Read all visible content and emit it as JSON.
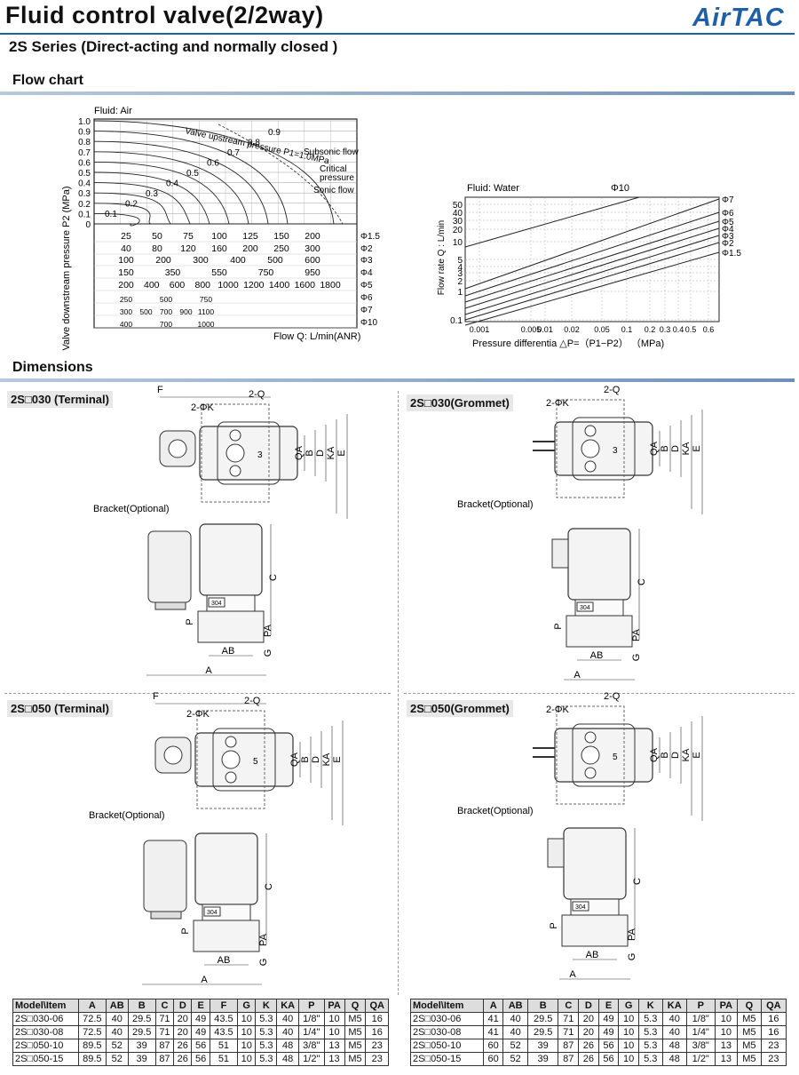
{
  "header": {
    "title": "Fluid control valve(2/2way)",
    "subtitle": "2S Series (Direct-acting and normally closed )",
    "logo": "AirTAC"
  },
  "sections": {
    "flow_chart": "Flow chart",
    "dimensions": "Dimensions"
  },
  "air_chart": {
    "fluid": "Fluid: Air",
    "ylabel": "Valve downstream pressure  P2   (MPa)",
    "xlabel": "Flow Q: L/min(ANR)",
    "yticks": [
      "1.0",
      "0.9",
      "0.8",
      "0.7",
      "0.6",
      "0.5",
      "0.4",
      "0.3",
      "0.2",
      "0.1",
      "0"
    ],
    "curve_labels": [
      "0.9",
      "0.8",
      "0.7",
      "0.6",
      "0.5",
      "0.4",
      "0.3",
      "0.2",
      "0.1"
    ],
    "upstream_label": "Valve upstream pressure P1=1.0MPa",
    "subsonic": "Subsonic flow",
    "critical_1": "Critical",
    "critical_2": "pressure",
    "sonic": "Sonic flow",
    "scales": [
      {
        "label": "Φ1.5",
        "values": [
          "25",
          "50",
          "75",
          "100",
          "125",
          "150",
          "200"
        ]
      },
      {
        "label": "Φ2",
        "values": [
          "40",
          "80",
          "120",
          "160",
          "200",
          "250",
          "300"
        ]
      },
      {
        "label": "Φ3",
        "values": [
          "100",
          "200",
          "300",
          "400",
          "500",
          "600"
        ]
      },
      {
        "label": "Φ4",
        "values": [
          "150",
          "350",
          "550",
          "750",
          "950"
        ]
      },
      {
        "label": "Φ5",
        "values": [
          "200",
          "400",
          "600",
          "800",
          "1000",
          "1200",
          "1400",
          "1600",
          "1800"
        ]
      },
      {
        "label": "Φ6",
        "values": [
          "250",
          "500",
          "750"
        ]
      },
      {
        "label": "Φ7",
        "values": [
          "300",
          "500",
          "700",
          "900",
          "1100"
        ]
      },
      {
        "label": "Φ10",
        "values": [
          "400",
          "700",
          "1000"
        ]
      }
    ]
  },
  "water_chart": {
    "fluid": "Fluid: Water",
    "top_label": "Φ10",
    "ylabel": "Flow rate Q : L/min",
    "xlabel": "Pressure differentia  △P=（P1−P2）  （MPa)",
    "yticks": [
      "50",
      "40",
      "30",
      "20",
      "10",
      "5",
      "4",
      "3",
      "2",
      "1",
      "0.1"
    ],
    "xticks": [
      "0.001",
      "0.005",
      "0.01",
      "0.02",
      "0.05",
      "0.1",
      "0.2",
      "0.3",
      "0.4",
      "0.5",
      "0.6"
    ],
    "series": [
      "Φ7",
      "Φ6",
      "Φ5",
      "Φ4",
      "Φ3",
      "Φ2",
      "Φ1.5"
    ]
  },
  "drawings": {
    "t030": "2S□030 (Terminal)",
    "g030": "2S□030(Grommet)",
    "t050": "2S□050 (Terminal)",
    "g050": "2S□050(Grommet)",
    "bracket": "Bracket(Optional)",
    "phik": "2-ΦK",
    "q": "2-Q",
    "f": "F",
    "dims": {
      "qa": "QA",
      "b": "B",
      "d": "D",
      "ka": "KA",
      "e": "E",
      "c": "C",
      "p": "P",
      "g": "G",
      "pa": "PA",
      "ab": "AB",
      "a": "A"
    },
    "tag": "304",
    "port3": "3",
    "port5": "5"
  },
  "table_left": {
    "headers": [
      "Model\\Item",
      "A",
      "AB",
      "B",
      "C",
      "D",
      "E",
      "F",
      "G",
      "K",
      "KA",
      "P",
      "PA",
      "Q",
      "QA"
    ],
    "rows": [
      [
        "2S□030-06",
        "72.5",
        "40",
        "29.5",
        "71",
        "20",
        "49",
        "43.5",
        "10",
        "5.3",
        "40",
        "1/8\"",
        "10",
        "M5",
        "16"
      ],
      [
        "2S□030-08",
        "72.5",
        "40",
        "29.5",
        "71",
        "20",
        "49",
        "43.5",
        "10",
        "5.3",
        "40",
        "1/4\"",
        "10",
        "M5",
        "16"
      ],
      [
        "2S□050-10",
        "89.5",
        "52",
        "39",
        "87",
        "26",
        "56",
        "51",
        "10",
        "5.3",
        "48",
        "3/8\"",
        "13",
        "M5",
        "23"
      ],
      [
        "2S□050-15",
        "89.5",
        "52",
        "39",
        "87",
        "26",
        "56",
        "51",
        "10",
        "5.3",
        "48",
        "1/2\"",
        "13",
        "M5",
        "23"
      ]
    ]
  },
  "table_right": {
    "headers": [
      "Model\\Item",
      "A",
      "AB",
      "B",
      "C",
      "D",
      "E",
      "G",
      "K",
      "KA",
      "P",
      "PA",
      "Q",
      "QA"
    ],
    "rows": [
      [
        "2S□030-06",
        "41",
        "40",
        "29.5",
        "71",
        "20",
        "49",
        "10",
        "5.3",
        "40",
        "1/8\"",
        "10",
        "M5",
        "16"
      ],
      [
        "2S□030-08",
        "41",
        "40",
        "29.5",
        "71",
        "20",
        "49",
        "10",
        "5.3",
        "40",
        "1/4\"",
        "10",
        "M5",
        "16"
      ],
      [
        "2S□050-10",
        "60",
        "52",
        "39",
        "87",
        "26",
        "56",
        "10",
        "5.3",
        "48",
        "3/8\"",
        "13",
        "M5",
        "23"
      ],
      [
        "2S□050-15",
        "60",
        "52",
        "39",
        "87",
        "26",
        "56",
        "10",
        "5.3",
        "48",
        "1/2\"",
        "13",
        "M5",
        "23"
      ]
    ]
  }
}
